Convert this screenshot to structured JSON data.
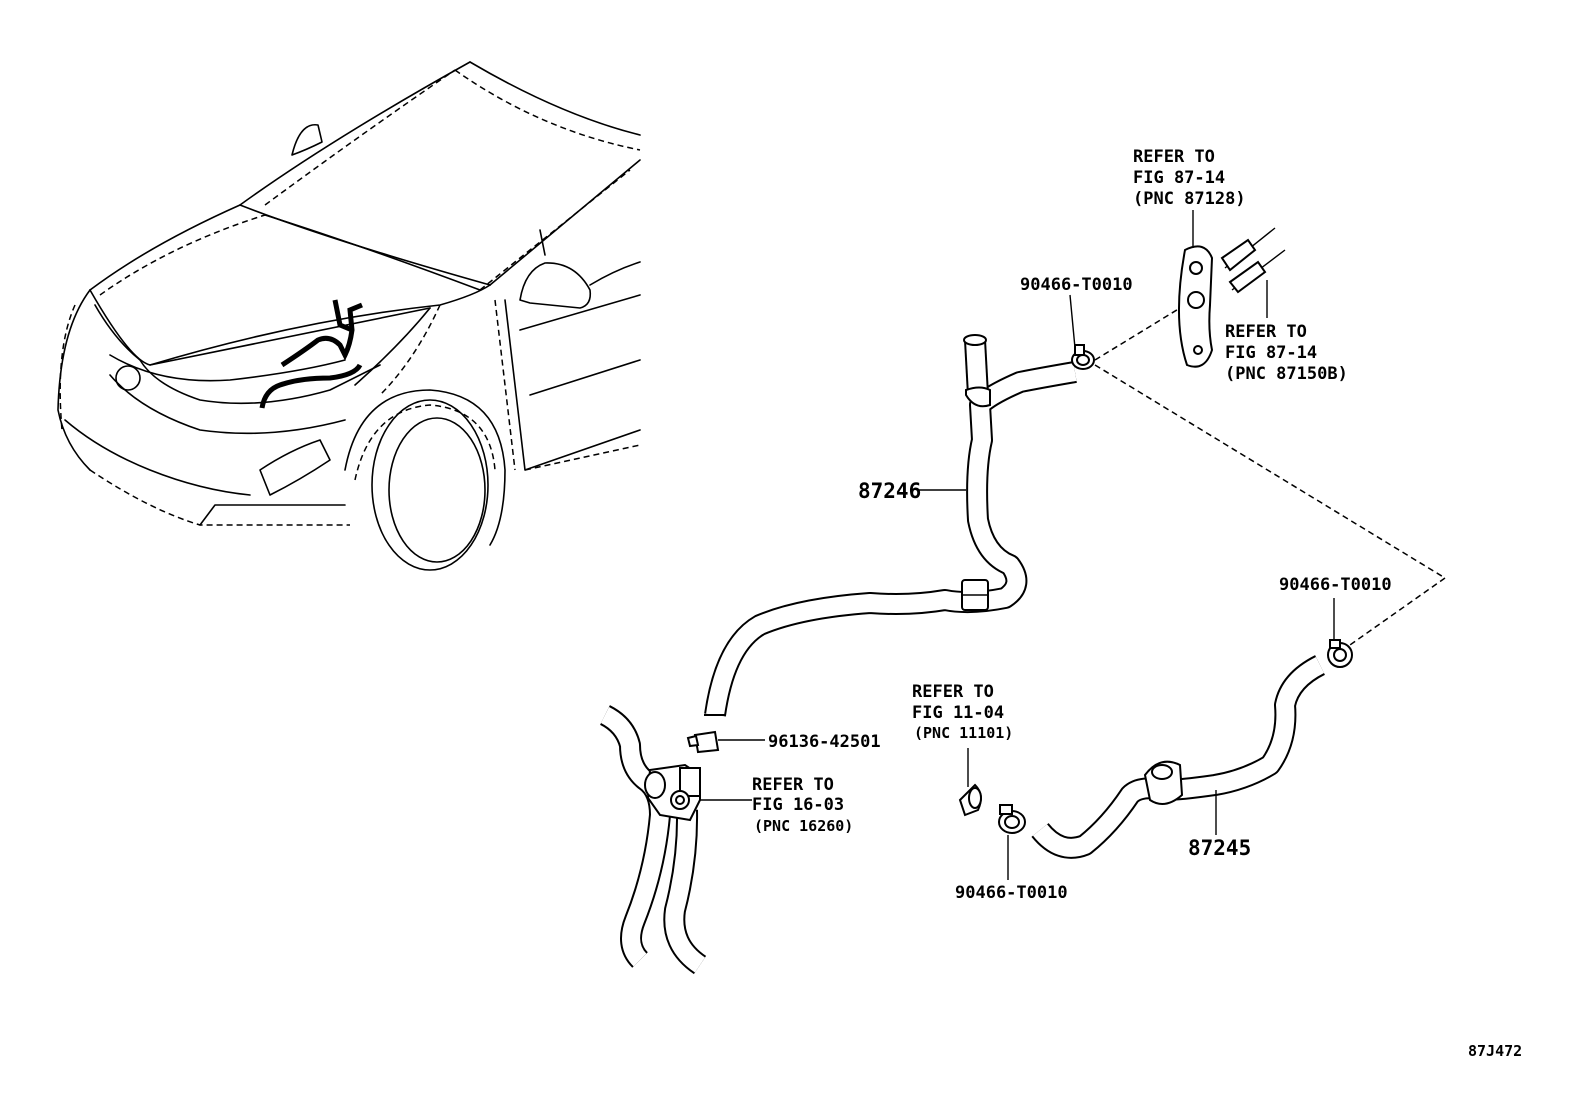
{
  "figure_code": "87J472",
  "hoses": {
    "upper_part_no": "87246",
    "lower_part_no": "87245"
  },
  "clamps": {
    "top_clamp_part_no": "90466-T0010",
    "right_clamp_part_no": "90466-T0010",
    "bottom_clamp_part_no": "90466-T0010"
  },
  "clip": {
    "part_no": "96136-42501"
  },
  "references": {
    "heater_unit_a": {
      "line1": "REFER TO",
      "line2": "FIG 87-14",
      "line3": "(PNC 87128)"
    },
    "heater_unit_b": {
      "line1": "REFER TO",
      "line2": "FIG 87-14",
      "line3": "(PNC 87150B)"
    },
    "engine": {
      "line1": "REFER TO",
      "line2": "FIG 11-04",
      "line3": "(PNC 11101)"
    },
    "water_valve": {
      "line1": "REFER TO",
      "line2": "FIG 16-03",
      "line3": "(PNC 16260)"
    }
  }
}
